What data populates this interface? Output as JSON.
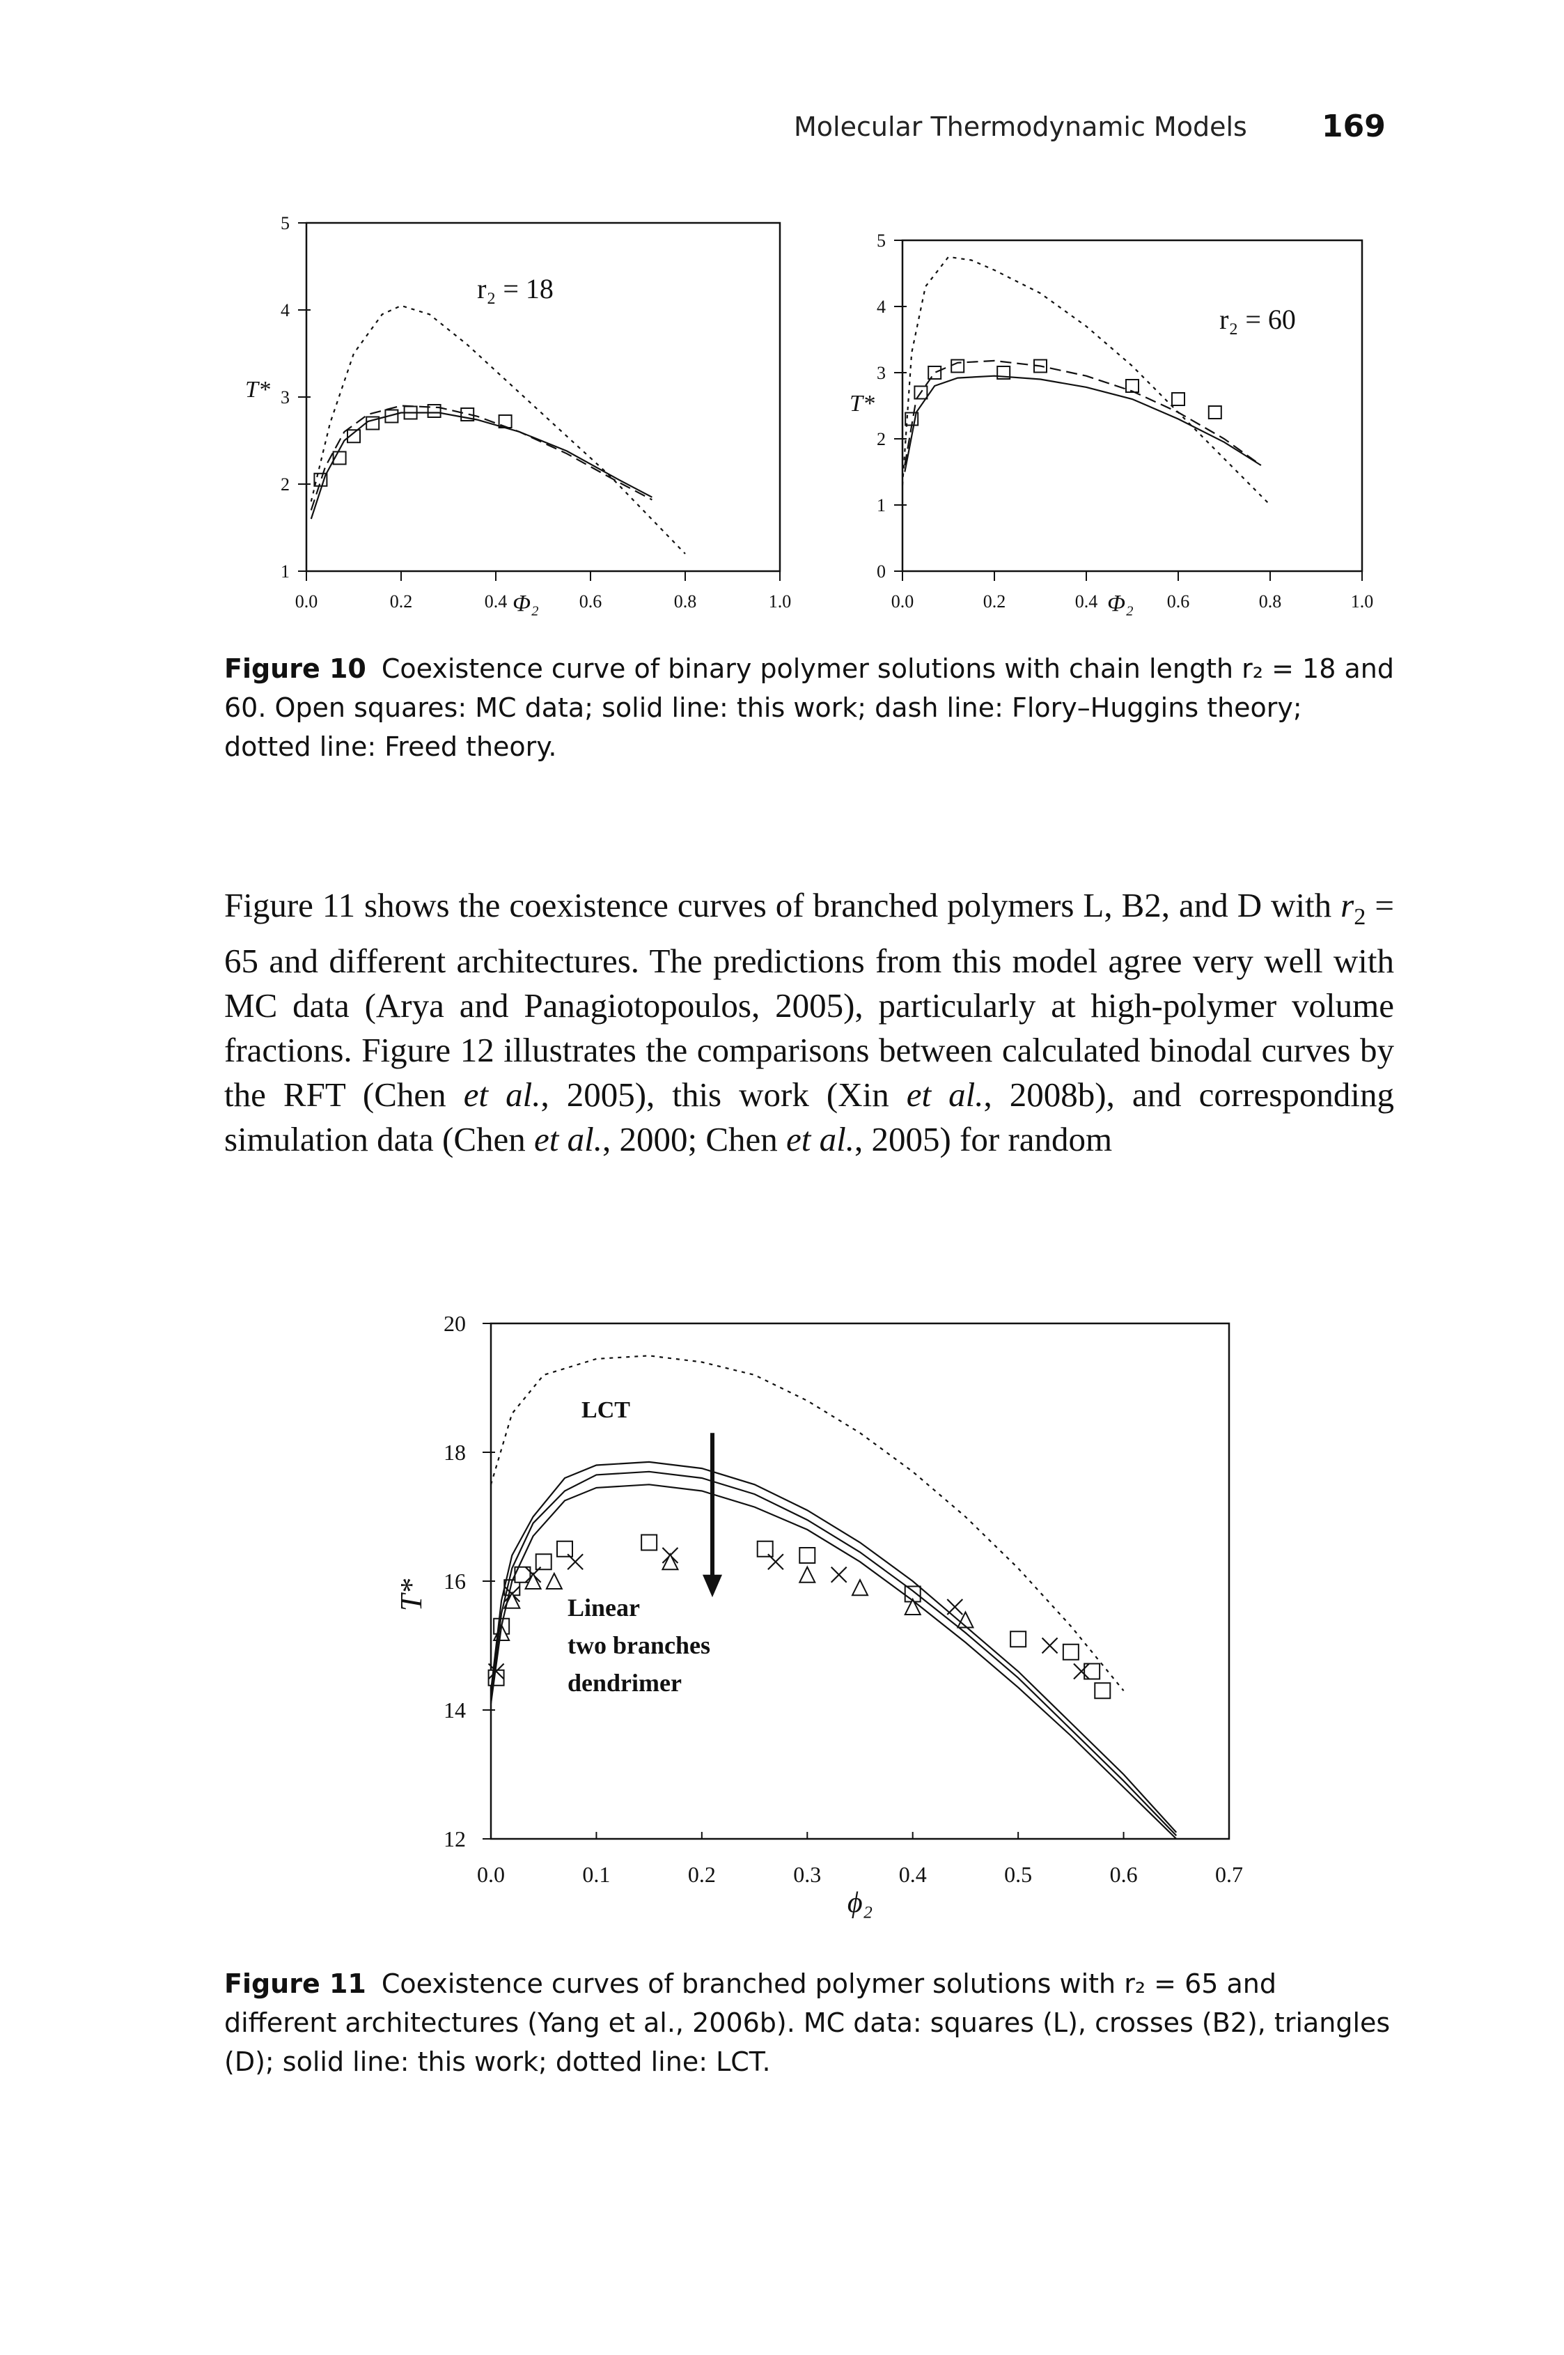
{
  "header": {
    "running_head": "Molecular Thermodynamic Models",
    "page_number": "169"
  },
  "figure10": {
    "caption_label": "Figure 10",
    "caption_text": "Coexistence curve of binary polymer solutions with chain length r₂ = 18 and 60. Open squares: MC data; solid line: this work; dash line: Flory–Huggins theory; dotted line: Freed theory.",
    "panel_left_label": "r₂ = 18",
    "panel_right_label": "r₂ = 60",
    "ylabel": "T*",
    "xlabel": "Φ₂"
  },
  "body": {
    "paragraph_html": "Figure 11 shows the coexistence curves of branched polymers L, B2, and D with <i>r</i><sub style=\"font-size:0.7em\">2</sub> = 65 and different architectures. The predictions from this model agree very well with MC data (Arya and Panagiotopoulos, 2005), particularly at high-polymer volume fractions. Figure 12 illustrates the comparisons between calculated binodal curves by the RFT (Chen <i>et al.</i>, 2005), this work (Xin <i>et al.</i>, 2008b), and corresponding simulation data (Chen <i>et al.</i>, 2000; Chen <i>et al.</i>, 2005) for random"
  },
  "figure11": {
    "caption_label": "Figure 11",
    "caption_text": "Coexistence curves of branched polymer solutions with r₂ = 65 and different architectures (Yang et al., 2006b). MC data: squares (L), crosses (B2), triangles (D); solid line: this work; dotted line: LCT.",
    "ylabel": "T*",
    "xlabel": "ϕ₂",
    "annotation_lct": "LCT",
    "arrow_labels": [
      "Linear",
      "two branches",
      "dendrimer"
    ]
  },
  "chart_data": [
    {
      "type": "line",
      "panel": "left",
      "label": "r₂ = 18",
      "xlabel": "Φ₂",
      "ylabel": "T*",
      "xlim": [
        0.0,
        1.0
      ],
      "ylim": [
        1,
        5
      ],
      "x_ticks": [
        "0.0",
        "0.2",
        "0.4",
        "0.6",
        "0.8",
        "1.0"
      ],
      "y_ticks": [
        "1",
        "2",
        "3",
        "4",
        "5"
      ],
      "series": [
        {
          "name": "MC data",
          "style": "open-square",
          "x": [
            0.03,
            0.07,
            0.1,
            0.14,
            0.18,
            0.22,
            0.27,
            0.34,
            0.42
          ],
          "y": [
            2.05,
            2.3,
            2.55,
            2.7,
            2.78,
            2.82,
            2.84,
            2.8,
            2.72
          ]
        },
        {
          "name": "this work",
          "style": "solid",
          "x": [
            0.01,
            0.04,
            0.08,
            0.13,
            0.2,
            0.28,
            0.36,
            0.45,
            0.55,
            0.66,
            0.73
          ],
          "y": [
            1.6,
            2.1,
            2.5,
            2.72,
            2.82,
            2.82,
            2.74,
            2.6,
            2.38,
            2.05,
            1.85
          ]
        },
        {
          "name": "Flory-Huggins theory",
          "style": "dash",
          "x": [
            0.01,
            0.04,
            0.08,
            0.13,
            0.2,
            0.28,
            0.36,
            0.45,
            0.55,
            0.66,
            0.73
          ],
          "y": [
            1.7,
            2.2,
            2.6,
            2.8,
            2.9,
            2.88,
            2.78,
            2.6,
            2.35,
            2.02,
            1.82
          ]
        },
        {
          "name": "Freed theory",
          "style": "dotted",
          "x": [
            0.01,
            0.05,
            0.1,
            0.16,
            0.2,
            0.26,
            0.34,
            0.44,
            0.55,
            0.64,
            0.72,
            0.8
          ],
          "y": [
            1.8,
            2.7,
            3.5,
            3.95,
            4.05,
            3.95,
            3.6,
            3.1,
            2.55,
            2.1,
            1.65,
            1.2
          ]
        }
      ]
    },
    {
      "type": "line",
      "panel": "right",
      "label": "r₂ = 60",
      "xlabel": "Φ₂",
      "ylabel": "T*",
      "xlim": [
        0.0,
        1.0
      ],
      "ylim": [
        0,
        5
      ],
      "x_ticks": [
        "0.0",
        "0.2",
        "0.4",
        "0.6",
        "0.8",
        "1.0"
      ],
      "y_ticks": [
        "0",
        "1",
        "2",
        "3",
        "4",
        "5"
      ],
      "series": [
        {
          "name": "MC data",
          "style": "open-square",
          "x": [
            0.02,
            0.04,
            0.07,
            0.12,
            0.22,
            0.3,
            0.5,
            0.6,
            0.68
          ],
          "y": [
            2.3,
            2.7,
            3.0,
            3.1,
            3.0,
            3.1,
            2.8,
            2.6,
            2.4
          ]
        },
        {
          "name": "this work",
          "style": "solid",
          "x": [
            0.005,
            0.03,
            0.07,
            0.12,
            0.2,
            0.3,
            0.4,
            0.5,
            0.6,
            0.7,
            0.78
          ],
          "y": [
            1.5,
            2.4,
            2.8,
            2.92,
            2.95,
            2.9,
            2.78,
            2.6,
            2.3,
            1.95,
            1.6
          ]
        },
        {
          "name": "Flory-Huggins theory",
          "style": "dash",
          "x": [
            0.005,
            0.03,
            0.07,
            0.12,
            0.2,
            0.3,
            0.4,
            0.5,
            0.6,
            0.7,
            0.78
          ],
          "y": [
            1.6,
            2.6,
            3.0,
            3.15,
            3.18,
            3.1,
            2.95,
            2.72,
            2.4,
            2.0,
            1.6
          ]
        },
        {
          "name": "Freed theory",
          "style": "dotted",
          "x": [
            0.0,
            0.02,
            0.05,
            0.1,
            0.15,
            0.2,
            0.3,
            0.4,
            0.5,
            0.6,
            0.7,
            0.8
          ],
          "y": [
            1.3,
            3.3,
            4.3,
            4.75,
            4.7,
            4.55,
            4.2,
            3.7,
            3.1,
            2.4,
            1.7,
            1.0
          ]
        }
      ]
    },
    {
      "type": "line",
      "panel": "figure11",
      "xlabel": "ϕ₂",
      "ylabel": "T*",
      "xlim": [
        0.0,
        0.7
      ],
      "ylim": [
        12,
        20
      ],
      "x_ticks": [
        "0.0",
        "0.1",
        "0.2",
        "0.3",
        "0.4",
        "0.5",
        "0.6",
        "0.7"
      ],
      "y_ticks": [
        "12",
        "14",
        "16",
        "18",
        "20"
      ],
      "series": [
        {
          "name": "MC squares (L)",
          "style": "open-square",
          "x": [
            0.005,
            0.01,
            0.02,
            0.03,
            0.05,
            0.07,
            0.15,
            0.26,
            0.3,
            0.4,
            0.5,
            0.55,
            0.57,
            0.58
          ],
          "y": [
            14.5,
            15.3,
            15.9,
            16.1,
            16.3,
            16.5,
            16.6,
            16.5,
            16.4,
            15.8,
            15.1,
            14.9,
            14.6,
            14.3
          ]
        },
        {
          "name": "MC crosses (B2)",
          "style": "cross",
          "x": [
            0.005,
            0.02,
            0.04,
            0.08,
            0.17,
            0.27,
            0.33,
            0.44,
            0.53,
            0.56
          ],
          "y": [
            14.6,
            15.8,
            16.1,
            16.3,
            16.4,
            16.3,
            16.1,
            15.6,
            15.0,
            14.6
          ]
        },
        {
          "name": "MC triangles (D)",
          "style": "triangle",
          "x": [
            0.01,
            0.02,
            0.04,
            0.06,
            0.17,
            0.3,
            0.35,
            0.4,
            0.45
          ],
          "y": [
            15.2,
            15.7,
            16.0,
            16.0,
            16.3,
            16.1,
            15.9,
            15.6,
            15.4
          ]
        },
        {
          "name": "this work (L)",
          "style": "solid",
          "x": [
            0.0,
            0.01,
            0.02,
            0.04,
            0.07,
            0.1,
            0.15,
            0.2,
            0.25,
            0.3,
            0.35,
            0.4,
            0.45,
            0.5,
            0.55,
            0.6,
            0.65
          ],
          "y": [
            14.3,
            15.7,
            16.4,
            17.0,
            17.6,
            17.8,
            17.85,
            17.75,
            17.5,
            17.1,
            16.6,
            16.0,
            15.3,
            14.6,
            13.8,
            13.0,
            12.1
          ]
        },
        {
          "name": "this work (B2)",
          "style": "solid",
          "x": [
            0.0,
            0.01,
            0.02,
            0.04,
            0.07,
            0.1,
            0.15,
            0.2,
            0.25,
            0.3,
            0.35,
            0.4,
            0.45,
            0.5,
            0.55,
            0.6,
            0.65
          ],
          "y": [
            14.2,
            15.5,
            16.2,
            16.9,
            17.4,
            17.65,
            17.7,
            17.6,
            17.35,
            16.95,
            16.45,
            15.85,
            15.2,
            14.5,
            13.7,
            12.9,
            12.05
          ]
        },
        {
          "name": "this work (D)",
          "style": "solid",
          "x": [
            0.0,
            0.01,
            0.02,
            0.04,
            0.07,
            0.1,
            0.15,
            0.2,
            0.25,
            0.3,
            0.35,
            0.4,
            0.45,
            0.5,
            0.55,
            0.6,
            0.65
          ],
          "y": [
            14.1,
            15.3,
            16.0,
            16.7,
            17.25,
            17.45,
            17.5,
            17.4,
            17.15,
            16.8,
            16.3,
            15.7,
            15.05,
            14.35,
            13.6,
            12.8,
            12.0
          ]
        },
        {
          "name": "LCT",
          "style": "dotted",
          "x": [
            0.0,
            0.02,
            0.05,
            0.1,
            0.15,
            0.2,
            0.25,
            0.3,
            0.35,
            0.4,
            0.45,
            0.5,
            0.55,
            0.6
          ],
          "y": [
            17.5,
            18.6,
            19.2,
            19.45,
            19.5,
            19.4,
            19.2,
            18.8,
            18.3,
            17.7,
            17.0,
            16.2,
            15.3,
            14.3
          ]
        }
      ]
    }
  ]
}
